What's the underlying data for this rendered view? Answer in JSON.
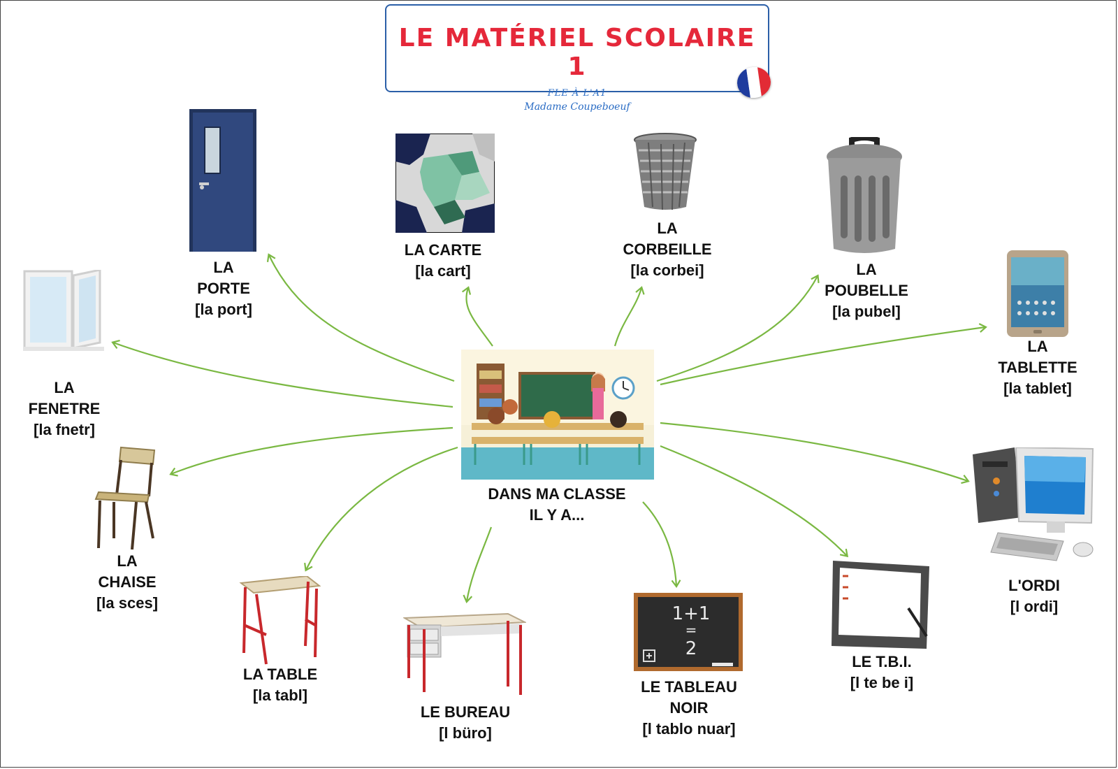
{
  "header": {
    "title": "LE MATÉRIEL SCOLAIRE 1",
    "subtitle": "FLE À L'A1",
    "author": "Madame Coupeboeuf",
    "flag_colors": [
      "#1f3c9e",
      "#ffffff",
      "#e22b35"
    ]
  },
  "center": {
    "line1": "DANS MA CLASSE",
    "line2": "IL Y A..."
  },
  "arrow_color": "#7ab842",
  "items": [
    {
      "line1": "LA",
      "line2": "PORTE",
      "pron": "[la port]",
      "icon": "door-icon"
    },
    {
      "line1": "LA CARTE",
      "pron": "[la cart]",
      "icon": "map-icon"
    },
    {
      "line1": "LA",
      "line2": "CORBEILLE",
      "pron": "[la corbei]",
      "icon": "wastebasket-icon"
    },
    {
      "line1": "LA",
      "line2": "POUBELLE",
      "pron": "[la pubel]",
      "icon": "trash-can-icon"
    },
    {
      "line1": "LA",
      "line2": "TABLETTE",
      "pron": "[la tablet]",
      "icon": "tablet-icon"
    },
    {
      "line1": "LA",
      "line2": "FENETRE",
      "pron": "[la fnetr]",
      "icon": "window-icon"
    },
    {
      "line1": "LA",
      "line2": "CHAISE",
      "pron": "[la sces]",
      "icon": "chair-icon"
    },
    {
      "line1": "LA TABLE",
      "pron": "[la tabl]",
      "icon": "table-icon"
    },
    {
      "line1": "LE BUREAU",
      "pron": "[l büro]",
      "icon": "desk-icon"
    },
    {
      "line1": "LE TABLEAU",
      "line2": "NOIR",
      "pron": "[l tablo nuar]",
      "icon": "blackboard-icon",
      "board_text_top": "1+1",
      "board_text_mid": "=",
      "board_text_bot": "2"
    },
    {
      "line1": "LE T.B.I.",
      "pron": "[l te be i]",
      "icon": "interactive-whiteboard-icon"
    },
    {
      "line1": "L'ORDI",
      "pron": "[l ordi]",
      "icon": "computer-icon"
    }
  ]
}
